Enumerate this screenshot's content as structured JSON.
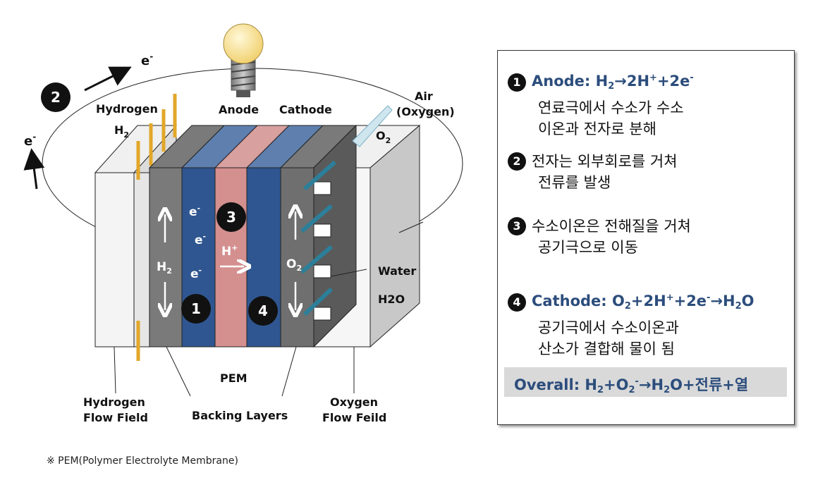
{
  "diagram": {
    "electron_label": "e",
    "electron_sup": "-",
    "bulb": "bulb-icon",
    "labels": {
      "hydrogen": "Hydrogen",
      "h2_in_main": "H",
      "h2_in_sub": "2",
      "anode": "Anode",
      "cathode": "Cathode",
      "air": "Air",
      "oxygen": "(Oxygen)",
      "o2_main": "O",
      "o2_sub": "2",
      "water": "Water",
      "h2o": "H2O",
      "pem": "PEM",
      "hydrogen_flow_field_1": "Hydrogen",
      "hydrogen_flow_field_2": "Flow Field",
      "backing_layers": "Backing Layers",
      "oxygen_flow_field_1": "Oxygen",
      "oxygen_flow_field_2": "Flow Feild"
    },
    "inner": {
      "h2_main": "H",
      "h2_sub": "2",
      "e1": "e",
      "e2": "e",
      "e3": "e",
      "e_sup": "-",
      "h_plus": "H",
      "h_sup": "+",
      "o2_main": "O",
      "o2_sub": "2"
    },
    "badges": [
      "1",
      "2",
      "3",
      "4"
    ],
    "colors": {
      "gray_layer": "#7a7a7a",
      "anode_blue": "#4a6a9a",
      "pem_pink": "#d48f8f",
      "dark_blue": "#2f5690",
      "arrow_gold": "#e2a72a",
      "arrow_teal": "#2c7f9a",
      "title_blue": "#2c4d7c"
    }
  },
  "panel": {
    "step1": {
      "num": "1",
      "title_prefix": "Anode: H",
      "title_sub": "2",
      "title_mid": "→2H",
      "title_sup1": "+",
      "title_end": "+2e",
      "title_sup2": "-",
      "line1": "연료극에서 수소가 수소",
      "line2": "이온과 전자로 분해"
    },
    "step2": {
      "num": "2",
      "line1": "전자는 외부회로를 거쳐",
      "line2": "전류를 발생"
    },
    "step3": {
      "num": "3",
      "line1": "수소이온은 전해질을 거쳐",
      "line2": "공기극으로 이동"
    },
    "step4": {
      "num": "4",
      "title_a": "Cathode: O",
      "title_sub1": "2",
      "title_b": "+2H",
      "title_sup1": "+",
      "title_c": "+2e",
      "title_sup2": "-",
      "title_d": "→H",
      "title_sub2": "2",
      "title_e": "O",
      "line1": "공기극에서 수소이온과",
      "line2": "산소가 결합해 물이 됨"
    },
    "overall": {
      "a": "Overall: H",
      "sub1": "2",
      "b": "+O",
      "sub2": "2",
      "sup1": "-",
      "c": "→H",
      "sub3": "2",
      "d": "O+전류+열"
    }
  },
  "footnote": "※ PEM(Polymer Electrolyte Membrane)"
}
